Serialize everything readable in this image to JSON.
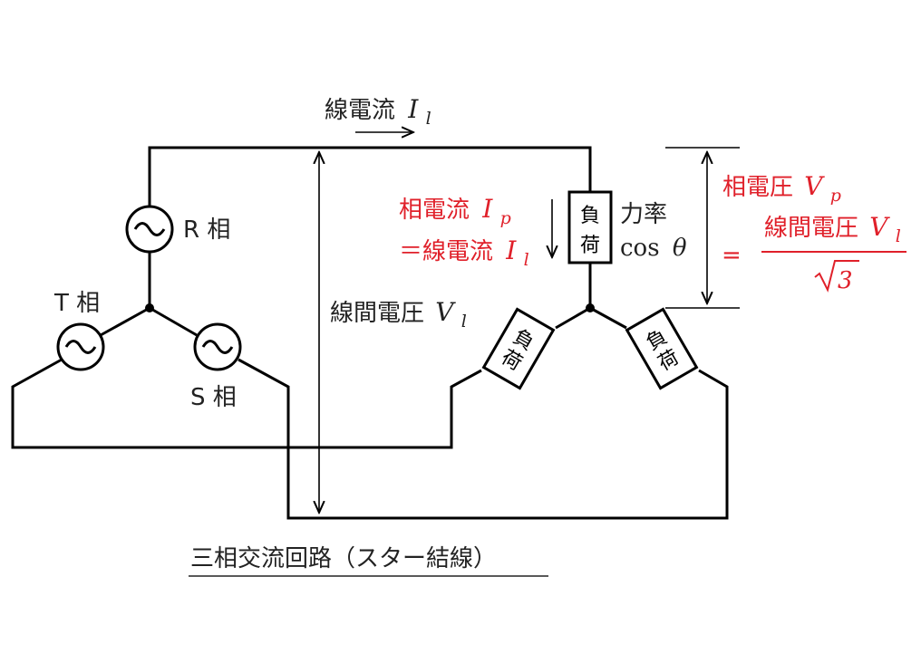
{
  "title": "三相交流回路（スター結線）",
  "line_current": {
    "label": "線電流",
    "symbol": "I",
    "sub": "l"
  },
  "line_voltage": {
    "label": "線間電圧",
    "symbol": "V",
    "sub": "l"
  },
  "phase_current": {
    "label": "相電流",
    "symbol": "I",
    "sub": "p"
  },
  "phase_current_eq": {
    "label": "＝線電流",
    "symbol": "I",
    "sub": "l"
  },
  "power_factor": {
    "label": "力率",
    "expr": "cos",
    "theta": "θ"
  },
  "phase_voltage": {
    "label": "相電圧",
    "symbol": "V",
    "sub": "p"
  },
  "formula": {
    "equals": "=",
    "num_label": "線間電圧",
    "num_symbol": "V",
    "num_sub": "l",
    "den": "3"
  },
  "sources": {
    "r": "R 相",
    "s": "S 相",
    "t": "T 相"
  },
  "load": {
    "char1": "負",
    "char2": "荷"
  },
  "colors": {
    "accent": "#e0202a",
    "line": "#000000",
    "text": "#222222"
  }
}
